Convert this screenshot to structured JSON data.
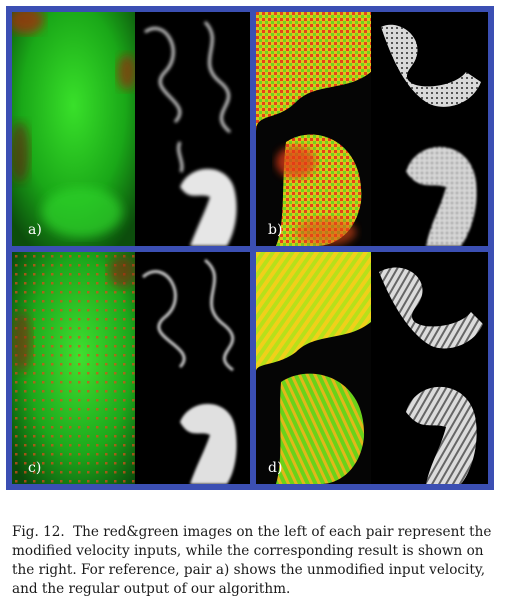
{
  "figure": {
    "panels": [
      {
        "id": "a",
        "label": "a)"
      },
      {
        "id": "b",
        "label": "b)"
      },
      {
        "id": "c",
        "label": "c)"
      },
      {
        "id": "d",
        "label": "d)"
      }
    ],
    "frame_color": "#3b4fb3"
  },
  "caption": {
    "fig_number": "Fig. 12.",
    "text": "The red&green images on the left of each pair represent the modified velocity inputs, while the corresponding result is shown on the right. For reference, pair a) shows the unmodified input velocity, and the regular output of our algorithm."
  }
}
